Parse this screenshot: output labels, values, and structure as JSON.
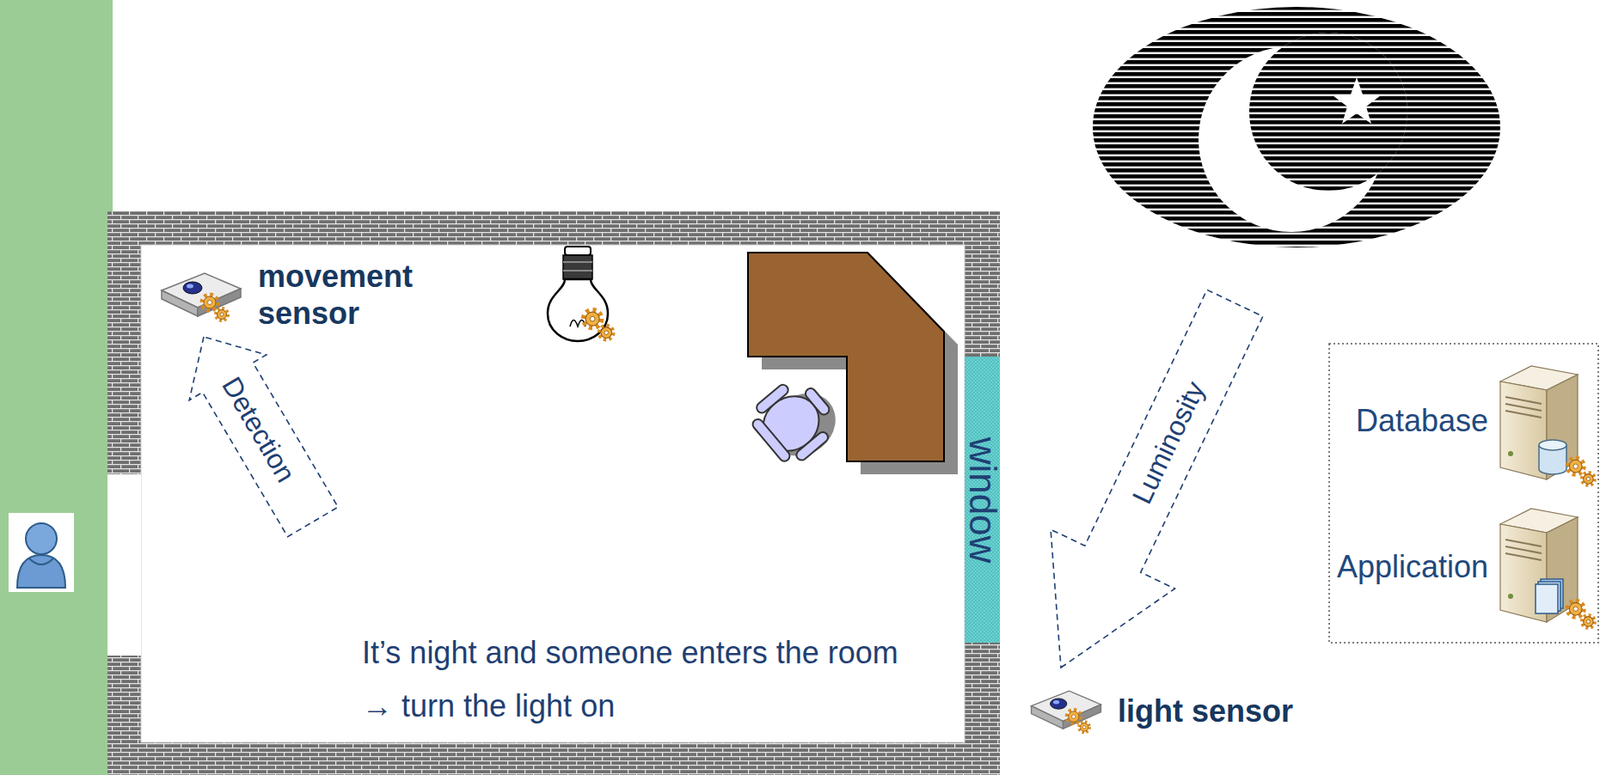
{
  "diagram": {
    "nodes": [
      {
        "text": [
          "movement sensor"
        ]
      },
      {
        "text": [
          "light sensor"
        ]
      },
      {
        "text": [
          "Database"
        ]
      },
      {
        "text": [
          "Application"
        ]
      }
    ],
    "labels": [
      "Detection",
      "window",
      "Luminosity",
      "It’s night and someone enters the room",
      "→ turn the light on"
    ]
  }
}
